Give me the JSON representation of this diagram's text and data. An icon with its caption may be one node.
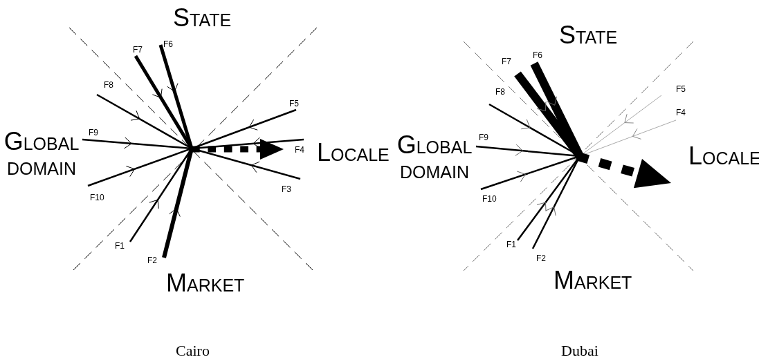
{
  "diagram": {
    "labels": [
      "State",
      "F6",
      "F7",
      "F8",
      "F5",
      "F9",
      "Global domain",
      "F4",
      "Locale",
      "F10",
      "F3",
      "F1",
      "F2",
      "Market",
      "Cairo",
      "State",
      "F7",
      "F6",
      "F8",
      "F5",
      "F4",
      "F9",
      "Global domain",
      "Locale",
      "F10",
      "F1",
      "F2",
      "Market",
      "Dubai"
    ]
  }
}
